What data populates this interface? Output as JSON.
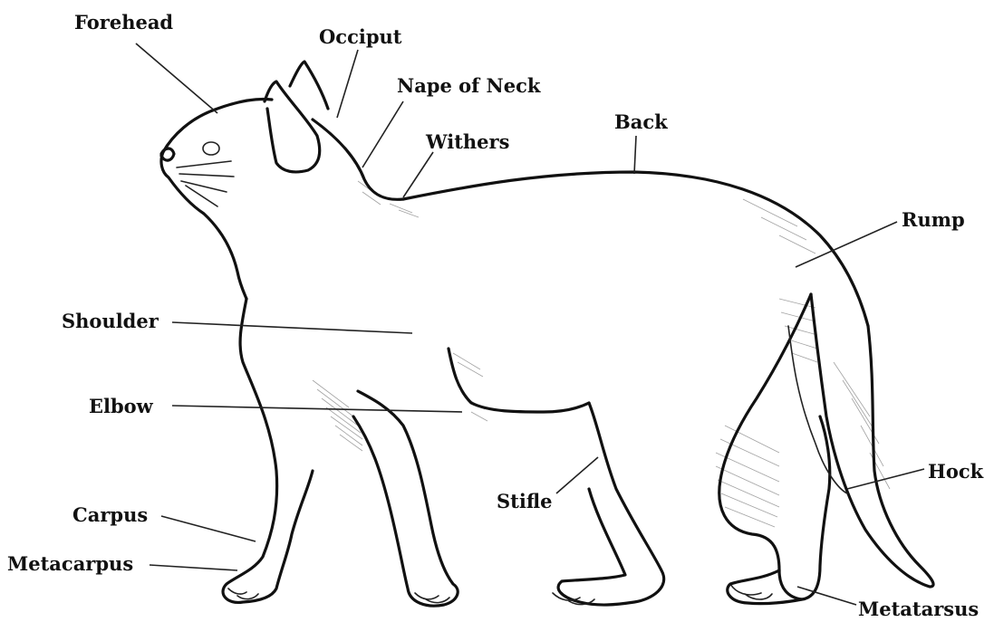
{
  "labels": {
    "forehead": "Forehead",
    "occiput": "Occiput",
    "nape_of_neck": "Nape of Neck",
    "withers": "Withers",
    "back": "Back",
    "rump": "Rump",
    "shoulder": "Shoulder",
    "elbow": "Elbow",
    "stifle": "Stifle",
    "hock": "Hock",
    "carpus": "Carpus",
    "metacarpus": "Metacarpus",
    "metatarsus": "Metatarsus"
  },
  "colors": {
    "ink": "#111111",
    "background": "#ffffff"
  }
}
